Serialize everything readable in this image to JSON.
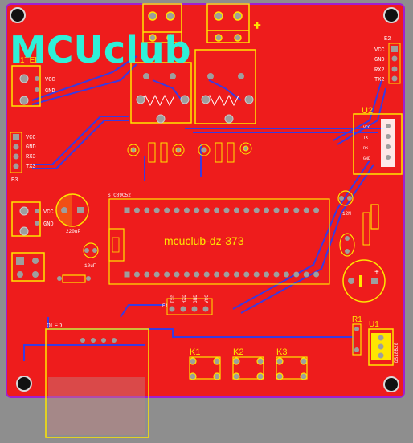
{
  "watermark": "MCUclub",
  "board_title": "mcuclub-dz-373",
  "mcu_silk": "STC89C52",
  "headers": {
    "left_top": {
      "name": "J1TEL1",
      "pins": [
        "VCC",
        "GND"
      ]
    },
    "left_mid": {
      "pins": [
        "VCC",
        "GND",
        "RX3",
        "TX3"
      ],
      "tag": "E3"
    },
    "left_power": {
      "pins": [
        "VCC",
        "GND"
      ]
    },
    "right_top": {
      "pins": [
        "VCC",
        "GND",
        "RX2",
        "TX2"
      ],
      "tag": "E2"
    },
    "debug": {
      "pins": [
        "TXD",
        "RXD",
        "GND",
        "VCC"
      ],
      "tag": "E1"
    }
  },
  "designators": {
    "u1": "U1",
    "u2": "U2",
    "r1": "R1",
    "oled": "OLED",
    "keys": [
      "K1",
      "K2",
      "K3"
    ]
  },
  "part_values": {
    "cap_big_left": "220uF",
    "cap_small": "10uF",
    "u1_part": "DS18B20",
    "crystal": "12M",
    "u2_pins": [
      "VCC",
      "TX",
      "RX",
      "GND"
    ]
  },
  "colors": {
    "board": "#ee1c1c",
    "outline": "#a020d0",
    "silk": "#ffe600",
    "copper_trace": "#3a3ae0",
    "pad": "#9e9e9e",
    "watermark": "#2ff0d8"
  }
}
